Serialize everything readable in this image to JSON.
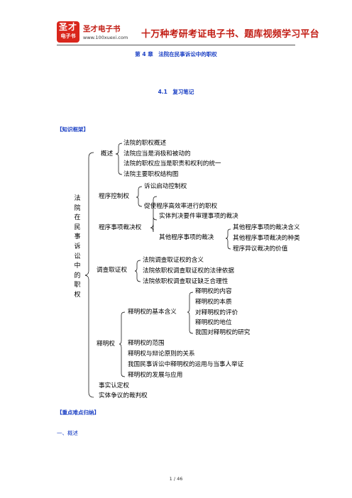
{
  "header": {
    "logo_top": "圣才",
    "logo_bottom": "电子书",
    "brand_name": "圣才电子书",
    "brand_url": "www.100xuexi.com",
    "slogan": "十万种考研考证电子书、题库视频学习平台"
  },
  "chapter_title": "第 4 章　法院在民事诉讼中的职权",
  "section_title": "4.1　复习笔记",
  "knowledge_frame_label": "【知识框架】",
  "tree": {
    "root": "法院在民事诉讼中的职权",
    "overview": {
      "label": "概述",
      "items": [
        "法院的职权概述",
        "法院应当是消极和被动的",
        "法院的职权应当是职责和权利的统一",
        "法院主要职权结构图"
      ]
    },
    "procedure_control": {
      "label": "程序控制权",
      "items": [
        "诉讼启动控制权",
        "促使程序高效率进行的职权"
      ]
    },
    "procedural_ruling": {
      "label": "程序事项裁决权",
      "item1": "实体判决要件审理事项的裁决",
      "other": {
        "label": "其他程序事项的裁决",
        "items": [
          "其他程序事项的裁决含义",
          "其他程序事项裁决的种类",
          "程序异议裁决的价值"
        ]
      }
    },
    "evidence": {
      "label": "调查取证权",
      "items": [
        "法院调查取证权的含义",
        "法院依职权调查取证权的法律依据",
        "法院依职权调查取证缺乏合理性"
      ]
    },
    "clarification": {
      "label": "释明权",
      "basic": {
        "label": "释明权的基本含义",
        "items": [
          "释明权的内容",
          "释明权的本质",
          "对释明权的评价",
          "释明权的地位",
          "我国对释明权的研究"
        ]
      },
      "items": [
        "释明权的范围",
        "释明权与辩论原则的关系",
        "我国民事诉讼中释明权的运用与当事人举证",
        "释明权的发展与应用"
      ]
    },
    "fact_finding": "事实认定权",
    "substantive": "实体争议的裁判权"
  },
  "key_points_label": "【重点难点归纳】",
  "sub_heading": "一、概述",
  "page_number": "1 / 46"
}
